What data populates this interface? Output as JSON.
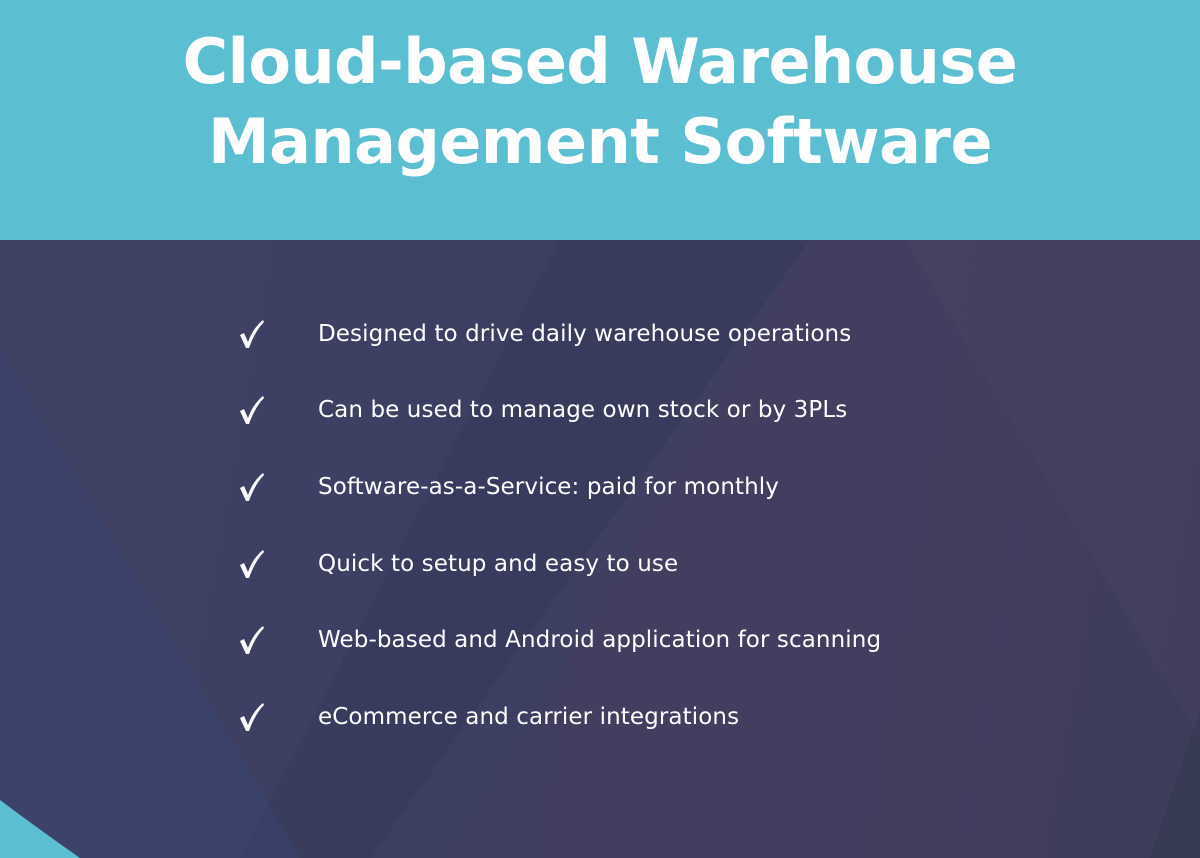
{
  "header": {
    "title_line1": "Cloud-based Warehouse",
    "title_line2": "Management Software"
  },
  "colors": {
    "header_bg": "#5bbfd1",
    "panel_bg": "#3d3d5e",
    "text": "#ffffff",
    "accent_arc": "#5bbfd1"
  },
  "features": [
    {
      "icon": "checkmark-icon",
      "label": "Designed to drive daily warehouse operations"
    },
    {
      "icon": "checkmark-icon",
      "label": "Can be used to manage own stock or by 3PLs"
    },
    {
      "icon": "checkmark-icon",
      "label": "Software-as-a-Service: paid for monthly"
    },
    {
      "icon": "checkmark-icon",
      "label": "Quick to setup and easy to use"
    },
    {
      "icon": "checkmark-icon",
      "label": "Web-based and Android application for scanning"
    },
    {
      "icon": "checkmark-icon",
      "label": "eCommerce and carrier integrations"
    }
  ]
}
